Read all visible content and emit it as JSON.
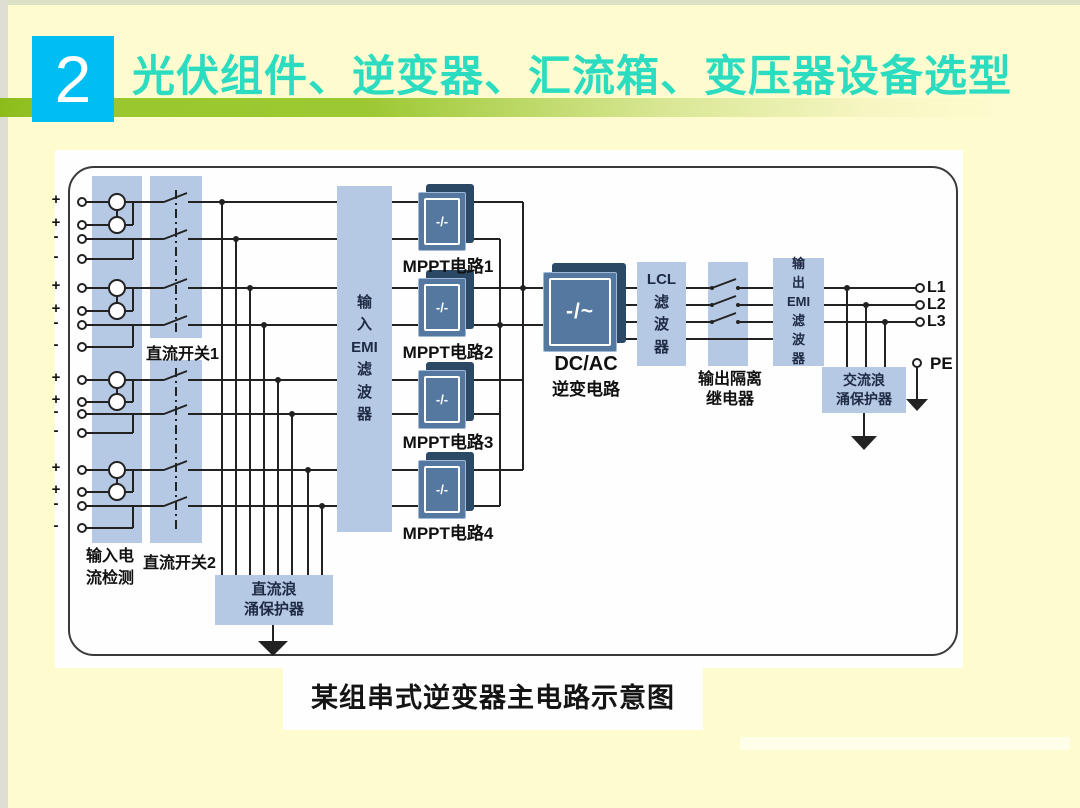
{
  "slide": {
    "badge": "2",
    "title": "光伏组件、逆变器、汇流箱、变压器设备选型",
    "caption": "某组串式逆变器主电路示意图"
  },
  "diagram": {
    "input_current_detect": "输入电\n流检测",
    "dc_switch_1": "直流开关1",
    "dc_switch_2": "直流开关2",
    "input_emi_filter": "输\n入\nEMI\n滤\n波\n器",
    "dc_surge_protector": "直流浪\n涌保护器",
    "mppt_labels": [
      "MPPT电路1",
      "MPPT电路2",
      "MPPT电路3",
      "MPPT电路4"
    ],
    "inverter_title": "DC/AC",
    "inverter_subtitle": "逆变电路",
    "lcl_filter": "LCL\n滤\n波\n器",
    "output_relay": "输出隔离\n继电器",
    "output_emi_filter": "输\n出\nEMI\n滤\n波\n器",
    "ac_surge_protector": "交流浪\n涌保护器",
    "phase_terminals": [
      "L1",
      "L2",
      "L3"
    ],
    "pe_terminal": "PE",
    "polarity_pattern": [
      "+",
      "+",
      "-",
      "-"
    ],
    "mppt_icon_glyph": "-/-",
    "inverter_icon_glyph": "-/~"
  },
  "colors": {
    "background_yellow": "#FEFCCF",
    "badge_cyan": "#00BEF2",
    "title_teal": "#2BDCC0",
    "bar_green": "#9CC832",
    "box_blue": "#B5C8E4",
    "device_face_navy": "#54789F",
    "device_back_navy": "#2B4865",
    "wire_black": "#222222"
  }
}
